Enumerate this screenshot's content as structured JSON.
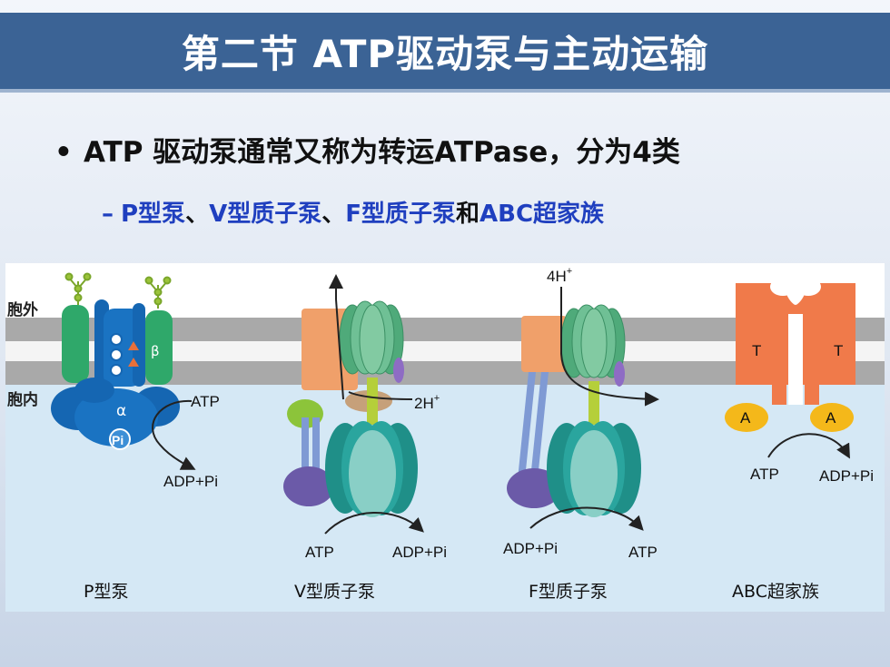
{
  "title": "第二节  ATP驱动泵与主动运输",
  "bullet": {
    "symbol": "•",
    "text": "ATP 驱动泵通常又称为转运ATPase，分为4类"
  },
  "subbullet": {
    "dash": "–",
    "p_pump": "P型泵",
    "sep1": "、",
    "v_pump": "V型质子泵",
    "sep2": "、",
    "f_pump": "F型质子泵",
    "and": "和",
    "abc": "ABC超家族"
  },
  "diagram": {
    "membrane_outer_label": "胞外",
    "membrane_inner_label": "胞内",
    "p_pump": {
      "beta": "β",
      "alpha": "α",
      "pi": "Pi",
      "atp": "ATP",
      "adp": "ADP+Pi",
      "caption": "P型泵"
    },
    "v_pump": {
      "proton": "2H",
      "proton_sup": "+",
      "atp": "ATP",
      "adp": "ADP+Pi",
      "caption": "V型质子泵"
    },
    "f_pump": {
      "proton": "4H",
      "proton_sup": "+",
      "adp": "ADP+Pi",
      "atp": "ATP",
      "caption": "F型质子泵"
    },
    "abc": {
      "t1": "T",
      "t2": "T",
      "a1": "A",
      "a2": "A",
      "atp": "ATP",
      "adp": "ADP+Pi",
      "caption": "ABC超家族"
    }
  },
  "colors": {
    "title_bar": "#3b6395",
    "subbullet_blue": "#1f3fbf",
    "membrane": "#a9a9a9",
    "cytoplasm": "#d5e8f5",
    "p_green": "#2fa86a",
    "p_blue": "#1566b2",
    "orange": "#f0a06a",
    "teal": "#2a9e98",
    "purple": "#7b68b6",
    "abc_orange": "#f07a4a",
    "abc_yellow": "#f4b81a"
  }
}
